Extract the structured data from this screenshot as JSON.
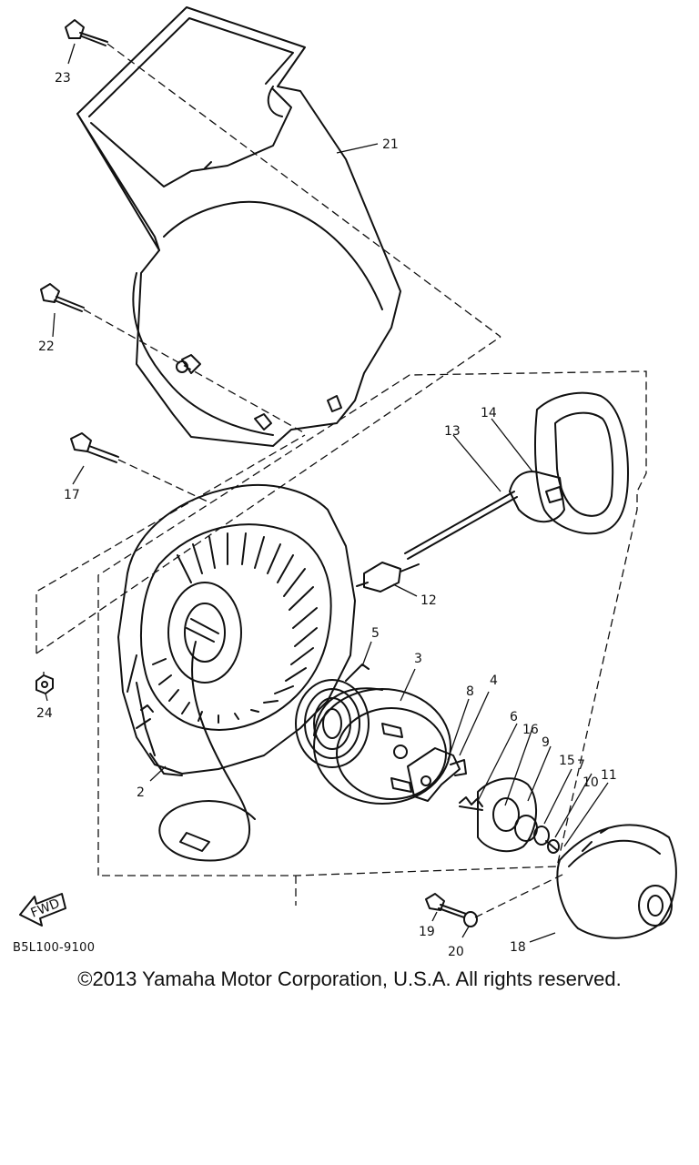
{
  "diagram": {
    "callouts": {
      "c2": "2",
      "c3": "3",
      "c4": "4",
      "c5": "5",
      "c6": "6",
      "c7": "7",
      "c8": "8",
      "c9": "9",
      "c10": "10",
      "c11": "11",
      "c12": "12",
      "c13": "13",
      "c14": "14",
      "c15": "15",
      "c16": "16",
      "c17": "17",
      "c18": "18",
      "c19": "19",
      "c20": "20",
      "c21": "21",
      "c22": "22",
      "c23": "23",
      "c24": "24"
    },
    "fwd_label": "FWD",
    "drawing_code": "B5L100-9100"
  },
  "footer": {
    "copyright": "©2013 Yamaha Motor Corporation, U.S.A. All rights reserved."
  }
}
